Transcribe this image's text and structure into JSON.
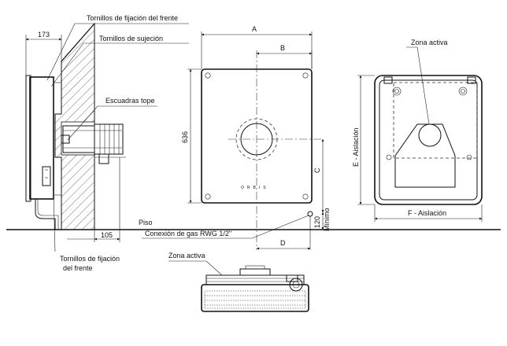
{
  "labels": {
    "tornillos_fijacion_top": "Tornillos de fijación del frente",
    "tornillos_sujecion": "Tornillos de sujeción",
    "escuadras_tope": "Escuadras tope",
    "piso": "Piso",
    "conexion_gas": "Conexión de gas RWG 1/2\"",
    "tornillos_fijacion_bottom_1": "Tornillos de fijación",
    "tornillos_fijacion_bottom_2": "del frente",
    "zona_activa_right": "Zona activa",
    "zona_activa_bottom": "Zona activa",
    "brand": "ORBIS"
  },
  "dimensions": {
    "depth": "173",
    "floor_offset": "105",
    "dim_a": "A",
    "dim_b": "B",
    "dim_c": "C",
    "dim_d": "D",
    "height": "636",
    "min_height": "120",
    "min_label": "Mínimo",
    "e_label": "E - Aislación",
    "f_label": "F - Aislación"
  }
}
